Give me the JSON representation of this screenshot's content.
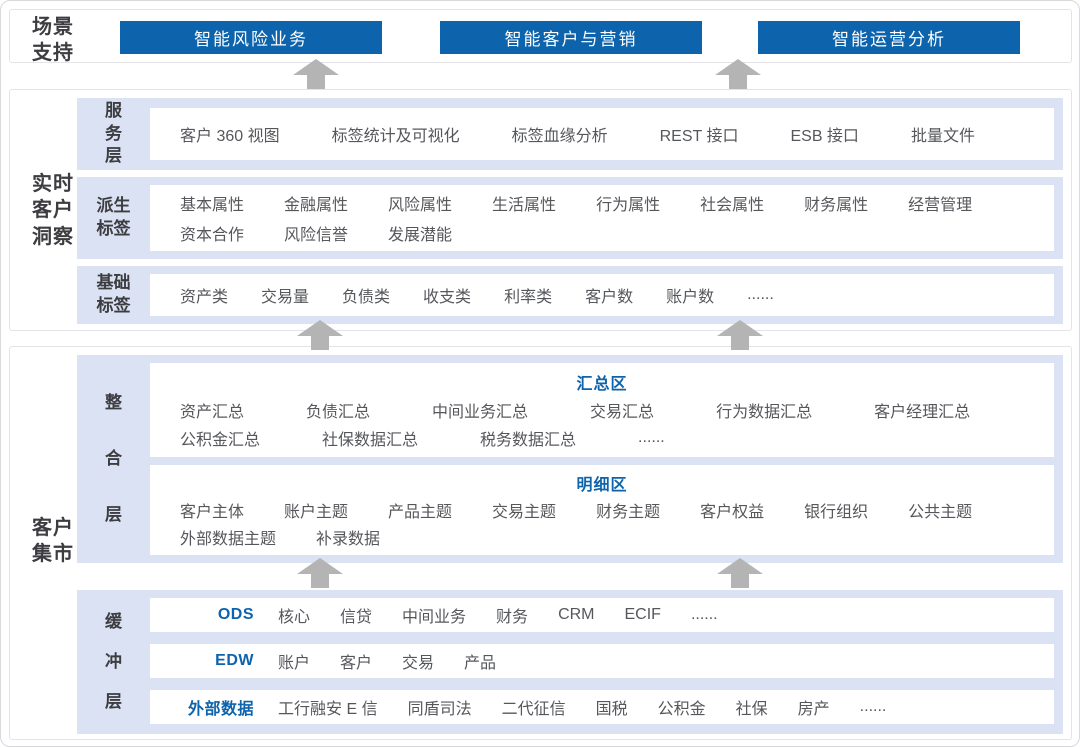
{
  "colors": {
    "accent": "#0d63ac",
    "band": "#dae2f3",
    "arrow": "#b4b4b4"
  },
  "scenario": {
    "label": "场景\n支持",
    "buttons": [
      "智能风险业务",
      "智能客户与营销",
      "智能运营分析"
    ]
  },
  "insight": {
    "label": "实时\n客户\n洞察",
    "service": {
      "label": "服\n务\n层",
      "items": [
        "客户 360 视图",
        "标签统计及可视化",
        "标签血缘分析",
        "REST 接口",
        "ESB 接口",
        "批量文件"
      ]
    },
    "derived": {
      "label": "派生\n标签",
      "line1": [
        "基本属性",
        "金融属性",
        "风险属性",
        "生活属性",
        "行为属性",
        "社会属性",
        "财务属性",
        "经营管理"
      ],
      "line2": [
        "资本合作",
        "风险信誉",
        "发展潜能"
      ]
    },
    "basic": {
      "label": "基础\n标签",
      "items": [
        "资产类",
        "交易量",
        "负债类",
        "收支类",
        "利率类",
        "客户数",
        "账户数",
        "......"
      ]
    }
  },
  "mart": {
    "label": "客户\n集市",
    "integration": {
      "label": "整\n合\n层",
      "summary": {
        "title": "汇总区",
        "line1": [
          "资产汇总",
          "负债汇总",
          "中间业务汇总",
          "交易汇总",
          "行为数据汇总",
          "客户经理汇总"
        ],
        "line2": [
          "公积金汇总",
          "社保数据汇总",
          "税务数据汇总",
          "......"
        ]
      },
      "detail": {
        "title": "明细区",
        "line1": [
          "客户主体",
          "账户主题",
          "产品主题",
          "交易主题",
          "财务主题",
          "客户权益",
          "银行组织",
          "公共主题"
        ],
        "line2": [
          "外部数据主题",
          "补录数据"
        ]
      }
    },
    "buffer": {
      "label": "缓\n冲\n层",
      "rows": [
        {
          "source": "ODS",
          "items": [
            "核心",
            "信贷",
            "中间业务",
            "财务",
            "CRM",
            "ECIF",
            "......"
          ]
        },
        {
          "source": "EDW",
          "items": [
            "账户",
            "客户",
            "交易",
            "产品"
          ]
        },
        {
          "source": "外部数据",
          "items": [
            "工行融安 E 信",
            "同盾司法",
            "二代征信",
            "国税",
            "公积金",
            "社保",
            "房产",
            "......"
          ]
        }
      ]
    }
  }
}
